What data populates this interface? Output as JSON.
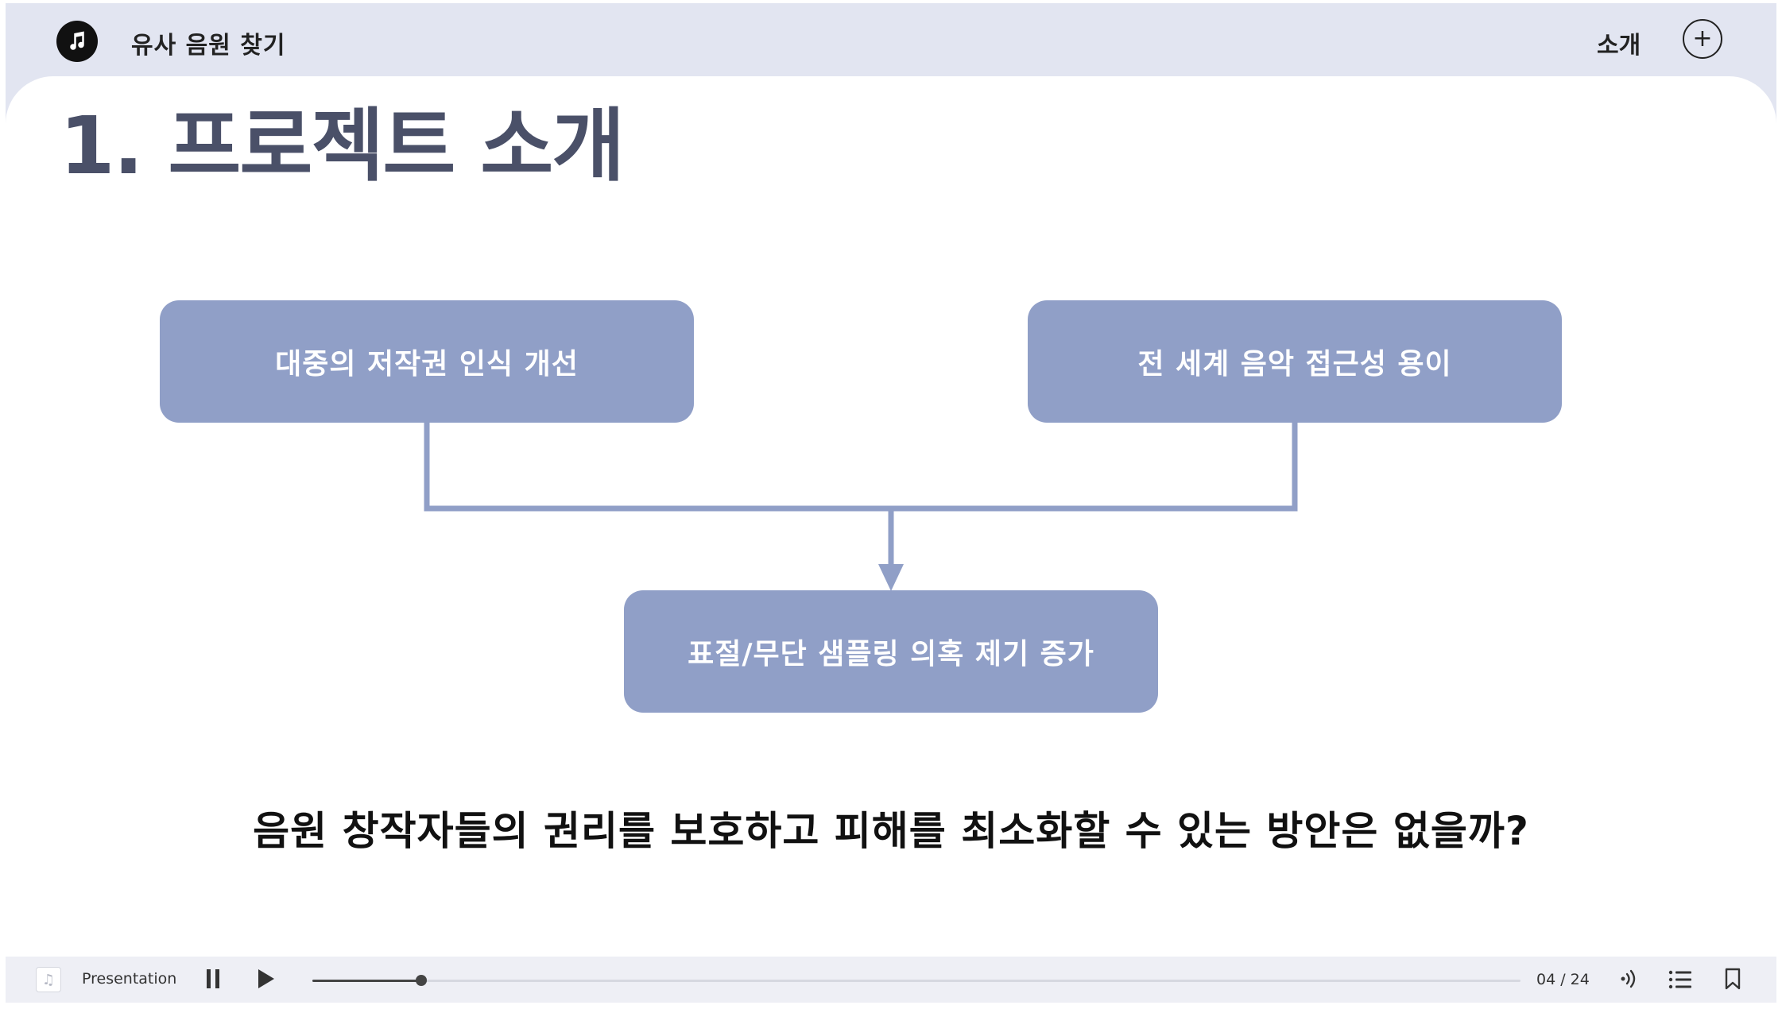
{
  "header": {
    "app_title": "유사 음원 찾기",
    "nav_link": "소개",
    "add_button": "+"
  },
  "slide": {
    "title": "1. 프로젝트 소개",
    "box_left": "대중의 저작권 인식 개선",
    "box_right": "전 세계 음악 접근성 용이",
    "box_bottom": "표절/무단 샘플링 의혹 제기 증가",
    "question": "음원 창작자들의 권리를 보호하고 피해를 최소화할 수 있는 방안은 없을까?"
  },
  "player": {
    "label": "Presentation",
    "page_counter": "04 / 24",
    "current_page": 4,
    "total_pages": 24,
    "progress_fraction": 0.09
  },
  "colors": {
    "header_bg": "#e2e5f1",
    "box_fill": "#909fc7",
    "title_text": "#4a5068"
  },
  "icons": [
    "music-note-icon",
    "plus-icon",
    "pause-icon",
    "play-icon",
    "volume-icon",
    "list-icon",
    "bookmark-icon"
  ]
}
